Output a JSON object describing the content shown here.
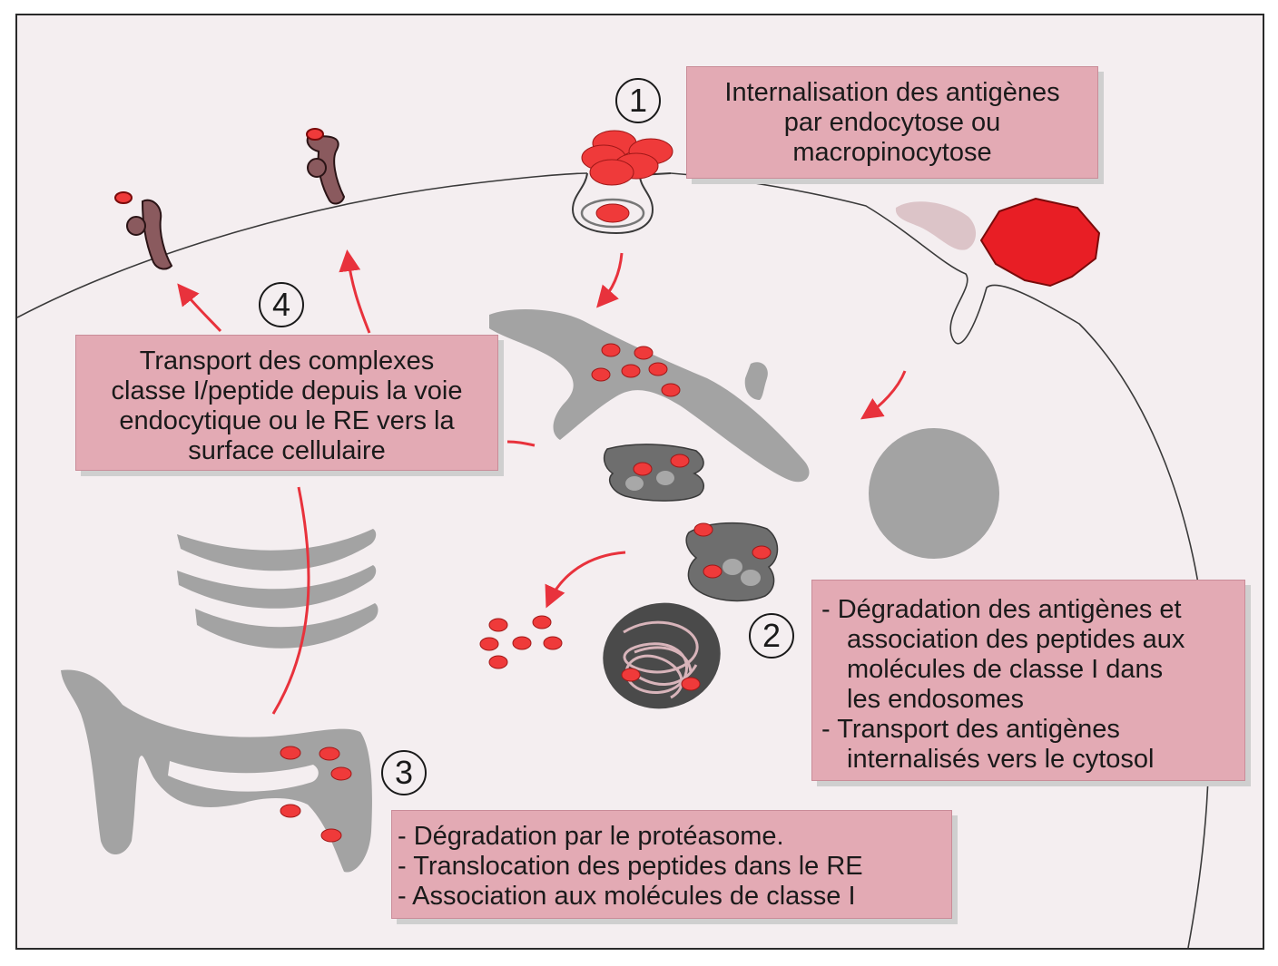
{
  "steps": [
    {
      "number": "1",
      "lines": [
        "Internalisation des antigènes",
        "par endocytose ou",
        "macropinocytose"
      ]
    },
    {
      "number": "2",
      "lines": [
        "- Dégradation des antigènes et",
        "association des peptides aux",
        "molécules de classe I dans",
        "les endosomes",
        "- Transport des antigènes",
        "internalisés vers le cytosol"
      ]
    },
    {
      "number": "3",
      "lines": [
        "- Dégradation par le protéasome.",
        "- Translocation des peptides dans le RE",
        "- Association aux molécules de classe I"
      ]
    },
    {
      "number": "4",
      "lines": [
        "Transport des complexes",
        "classe I/peptide depuis la voie",
        "endocytique ou le RE vers la",
        "surface cellulaire"
      ]
    }
  ],
  "colors": {
    "background": "#f4eef0",
    "label_box": "#e3aab4",
    "arrow": "#e8323c",
    "antigen": "#ef3a3a",
    "organelle": "#9e9e9e",
    "mhc": "#8a5a5e"
  }
}
